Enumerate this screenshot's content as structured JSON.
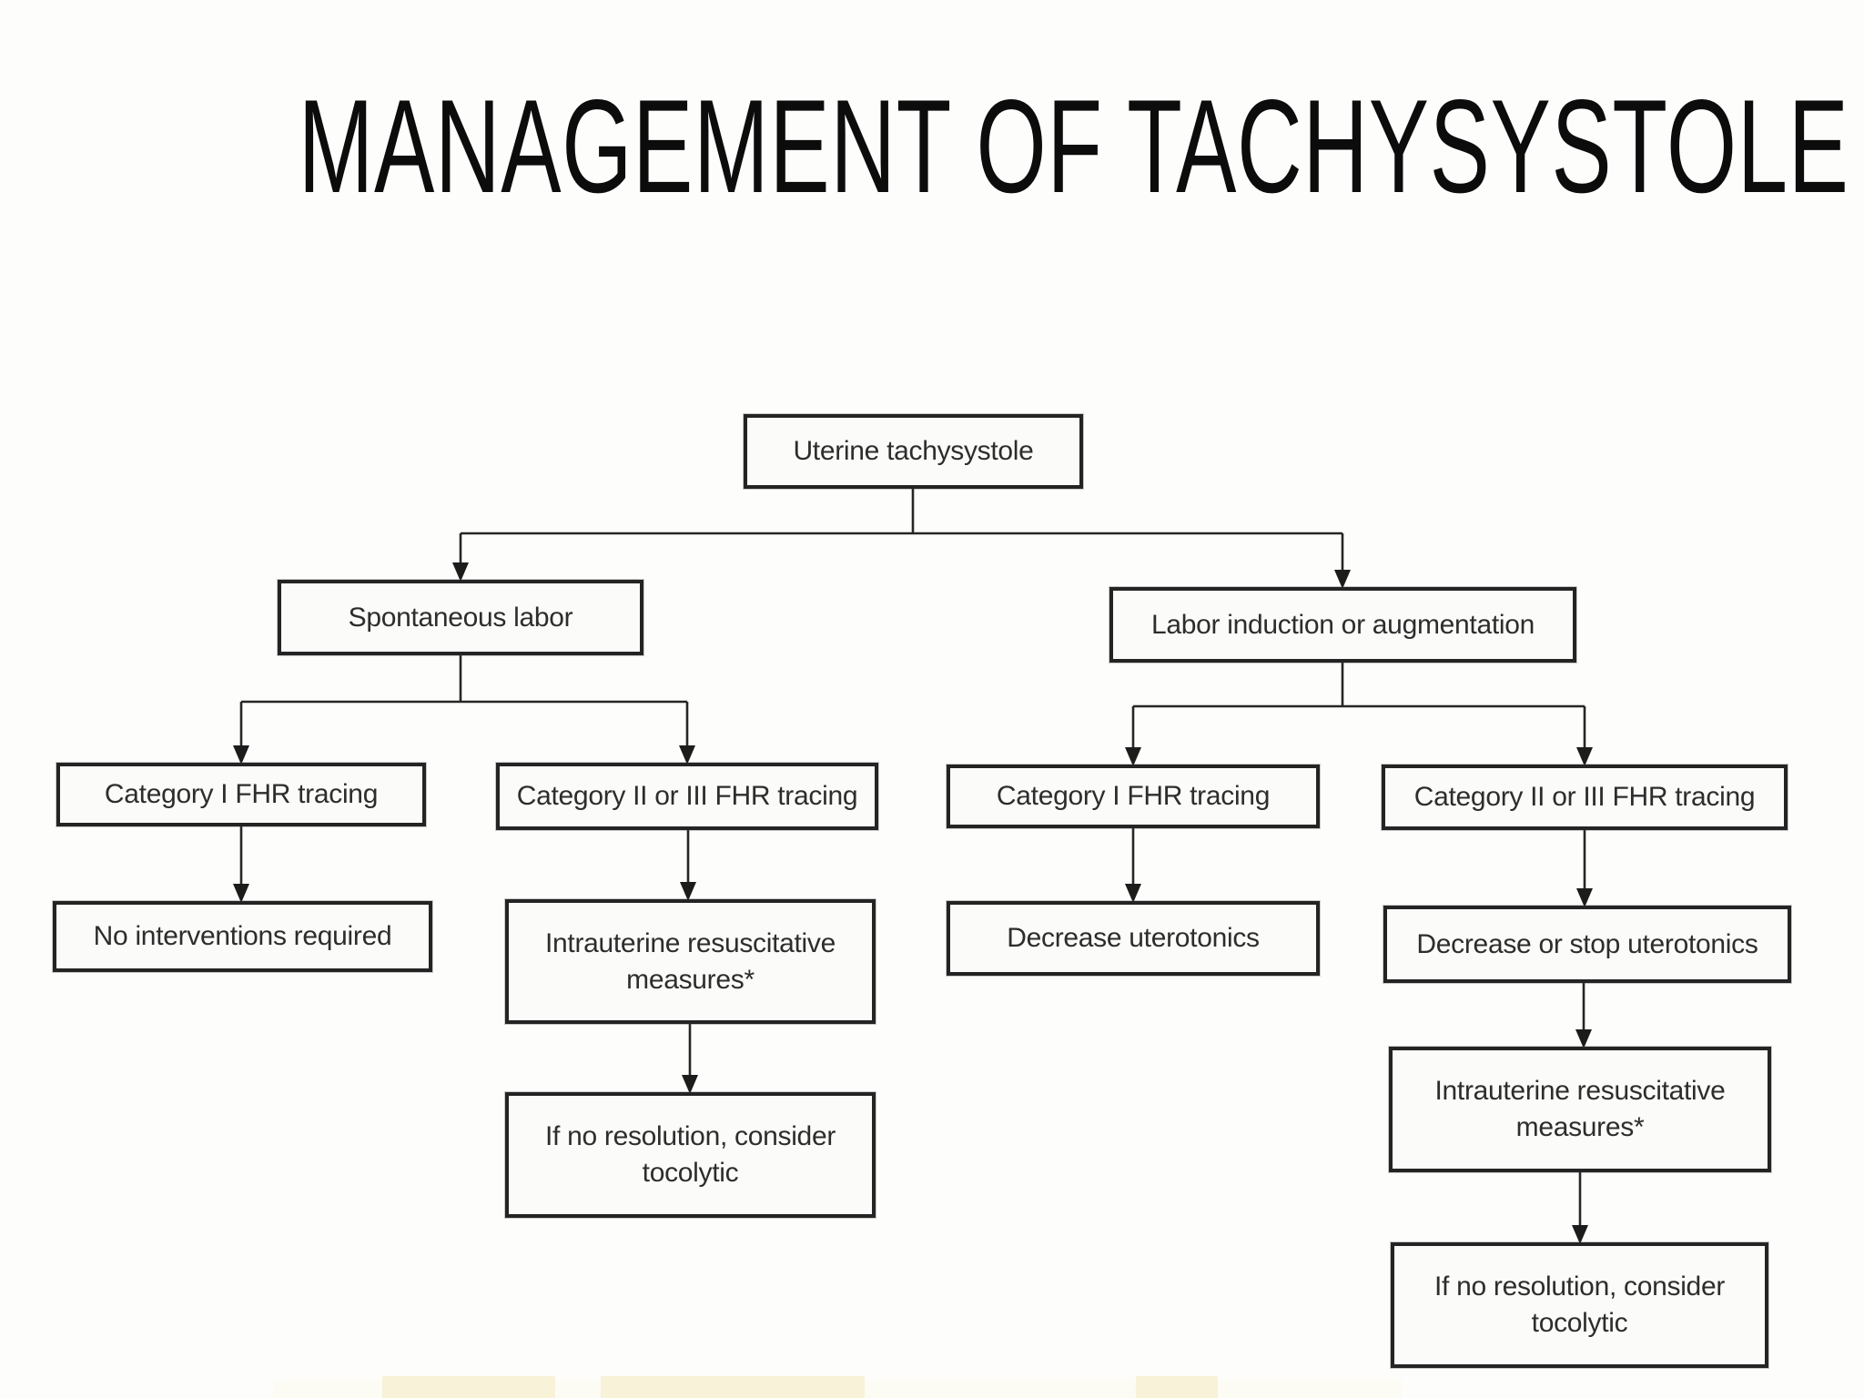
{
  "title": "MANAGEMENT OF TACHYSYSTOLE",
  "flowchart": {
    "nodes": {
      "root": {
        "label": "Uterine tachysystole"
      },
      "spontaneous": {
        "label": "Spontaneous labor"
      },
      "induction": {
        "label": "Labor induction or augmentation"
      },
      "cat1_left": {
        "label": "Category I FHR tracing"
      },
      "cat23_left": {
        "label": "Category II or III FHR tracing"
      },
      "cat1_right": {
        "label": "Category I FHR tracing"
      },
      "cat23_right": {
        "label": "Category II or III FHR tracing"
      },
      "no_interventions": {
        "label": "No interventions required"
      },
      "iurm_left": {
        "label": "Intrauterine resuscitative measures*"
      },
      "decrease_uterotonics": {
        "label": "Decrease uterotonics"
      },
      "decrease_stop_uterotonics": {
        "label": "Decrease or stop uterotonics"
      },
      "tocolytic_left": {
        "label": "If no resolution, consider tocolytic"
      },
      "iurm_right": {
        "label": "Intrauterine resuscitative measures*"
      },
      "tocolytic_right": {
        "label": "If no resolution, consider tocolytic"
      }
    },
    "colors": {
      "box_border": "#242424",
      "box_fill": "#fbfbf9",
      "text": "#2d2d2d",
      "connector": "#262626",
      "page_background": "#fdfdfc",
      "scan_artifact": "#f7f2d8"
    }
  }
}
